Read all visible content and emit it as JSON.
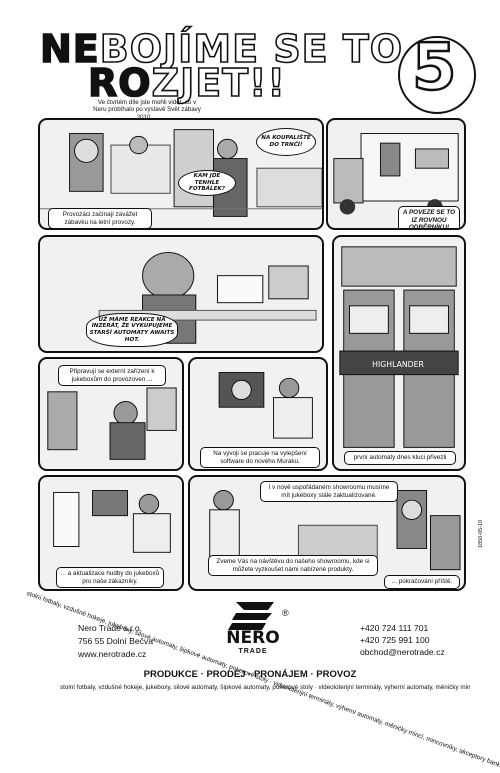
{
  "title": {
    "line1_dark": "NE",
    "line1_rest": "BOJÍME SE TO",
    "line2_dark": "RO",
    "line2_rest": "ZJET!!"
  },
  "issue_number": "5",
  "intro": "Ve čtvrtém díle jste mohli vidět, co v Neru probíhalo po výstavě Svět zábavy 2010 ...",
  "panels": {
    "p1_caption": "Provozáci začínají zavážet zábavku na letní provozy.",
    "p1_bubble1": "KAM JDE TENHLE FOTBÁLEK?",
    "p1_bubble2": "NA KOUPALIŠTĚ DO TRNČÍ!",
    "p2_caption": "A POVEZE SE TO IZ ROVNOU ODBĚRNÍKU!",
    "p3_bubble": "UŽ MÁME REAKCE NA INZERÁT, ŽE VYKUPUJEME STARŠÍ AUTOMATY AWAITS HOT.",
    "p5_caption": "Připravují se externí zařízení k jukeboxům do provozoven ...",
    "p6_caption": "Na vývoji se pracuje na vylepšení software do nového Muraku.",
    "p4_caption": "první automaty dnes kluci přivezli",
    "p7_caption": "... a aktualizace hudby do jukeboxů pro naše zákazníky.",
    "p8_caption_top": "I v nově uspořádaném showroomu musíme mít jukeboxy stále zaktualizované.",
    "p8_caption_mid": "Zveme Vás na návštěvu do našeho showroomu, kde si můžete vyzkoušet námi nabízené produkty.",
    "p8_caption_end": "... pokračování příště."
  },
  "side_left": "stolní fotbaly, vzdušné hokeje, jukeboxy, silové automaty, šipkové automaty, pokerové stoly · videoloterijní terminály, výherní automaty, měničky mincí, mincovníky, akceptory bankovek",
  "side_right": "1850-05-10",
  "company": {
    "name": "Nero Trade s.r.o.",
    "address": "756 55  Dolní Bečva",
    "web": "www.nerotrade.cz"
  },
  "contact": {
    "phone1": "+420 724 111 701",
    "phone2": "+420 725 991 100",
    "email": "obchod@nerotrade.cz"
  },
  "logo": {
    "brand": "NERO",
    "sub": "TRADE",
    "reg": "®"
  },
  "services": "PRODUKCE · PRODEJ · PRONÁJEM · PROVOZ",
  "products": "stolní fotbaly, vzdušné hokeje, jukeboxy, silové automaty, šipkové automaty, pokerové stoly · videoloterijní terminály, výherní automaty, měničky mincí"
}
